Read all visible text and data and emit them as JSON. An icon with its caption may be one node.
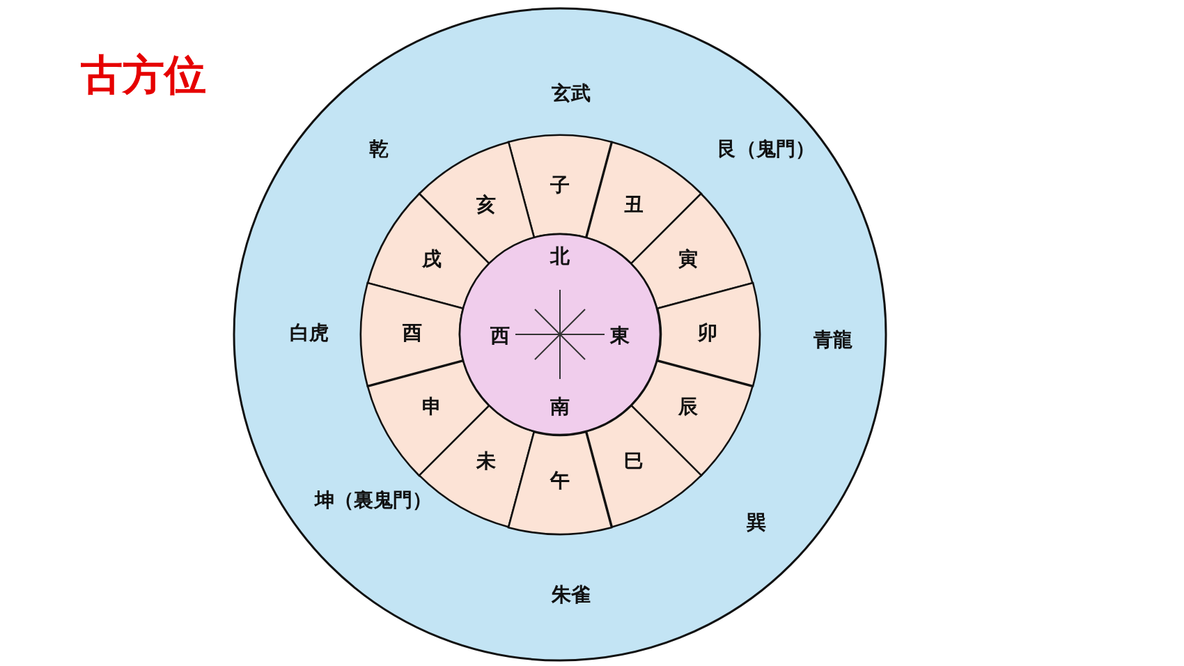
{
  "diagram": {
    "title": "古方位",
    "nodes": [
      {
        "text": [
          "玄武",
          "乾",
          "艮（鬼門）",
          "白虎",
          "青龍",
          "坤（裏鬼門）",
          "巽",
          "朱雀"
        ]
      },
      {
        "text": [
          "子"
        ],
        "in": 0
      },
      {
        "text": [
          "亥"
        ],
        "in": 0
      },
      {
        "text": [
          "丑"
        ],
        "in": 0
      },
      {
        "text": [
          "戌"
        ],
        "in": 0
      },
      {
        "text": [
          "寅"
        ],
        "in": 0
      },
      {
        "text": [
          "酉"
        ],
        "in": 0
      },
      {
        "text": [
          "卯"
        ],
        "in": 0
      },
      {
        "text": [
          "申"
        ],
        "in": 0
      },
      {
        "text": [
          "辰"
        ],
        "in": 0
      },
      {
        "text": [
          "未"
        ],
        "in": 0
      },
      {
        "text": [
          "巳"
        ],
        "in": 0
      },
      {
        "text": [
          "午"
        ],
        "in": 0
      },
      {
        "text": [
          "北",
          "西",
          "東",
          "南"
        ],
        "in": 0
      }
    ]
  }
}
